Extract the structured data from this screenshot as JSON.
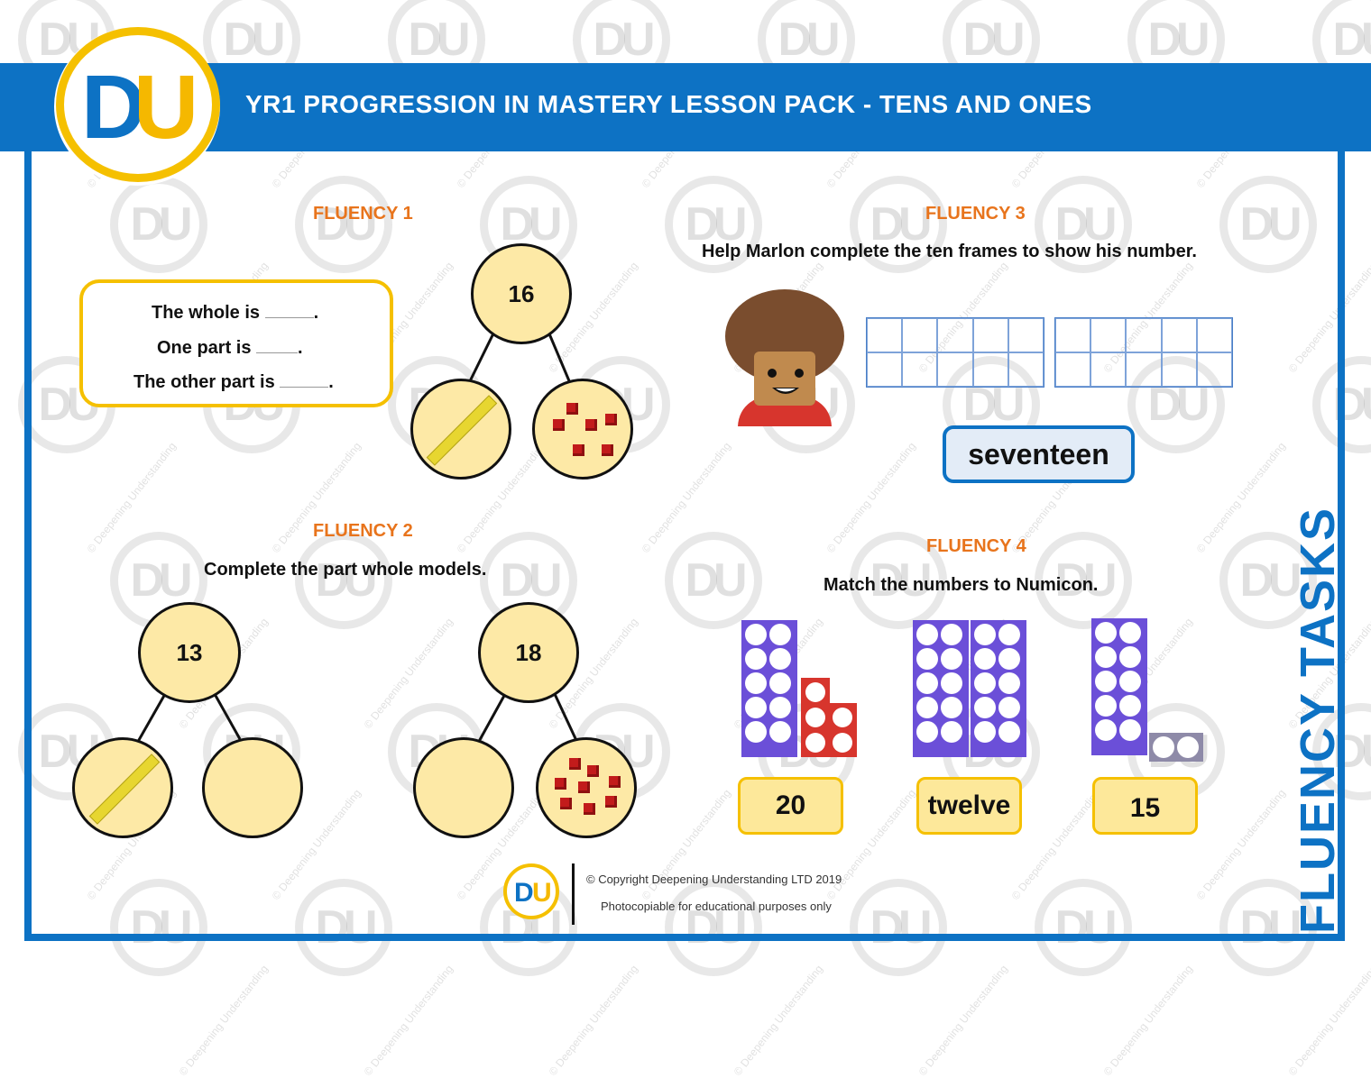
{
  "header": {
    "title": "YR1 PROGRESSION IN MASTERY LESSON PACK - TENS AND ONES"
  },
  "logo": {
    "d": "D",
    "u": "U"
  },
  "watermark": {
    "mark": "DU",
    "text": "© Deepening Understanding"
  },
  "side_label": "FLUENCY TASKS",
  "fluency1": {
    "title": "FLUENCY 1",
    "lines": [
      "The whole is",
      "One part is",
      "The other part is"
    ],
    "whole": "16"
  },
  "fluency2": {
    "title": "FLUENCY 2",
    "instruction": "Complete the part whole models.",
    "models": [
      "13",
      "18"
    ]
  },
  "fluency3": {
    "title": "FLUENCY 3",
    "instruction": "Help Marlon complete the ten frames to show his number.",
    "word": "seventeen"
  },
  "fluency4": {
    "title": "FLUENCY 4",
    "instruction": "Match the numbers to Numicon.",
    "cards": [
      "20",
      "twelve",
      "15"
    ]
  },
  "footer": {
    "copyright": "© Copyright Deepening Understanding LTD 2019",
    "note": "Photocopiable for educational purposes only"
  },
  "colors": {
    "blue": "#0d72c4",
    "yellow": "#f5c000",
    "orange": "#e8741c",
    "purple": "#6b4fd8",
    "red": "#d7352d"
  }
}
